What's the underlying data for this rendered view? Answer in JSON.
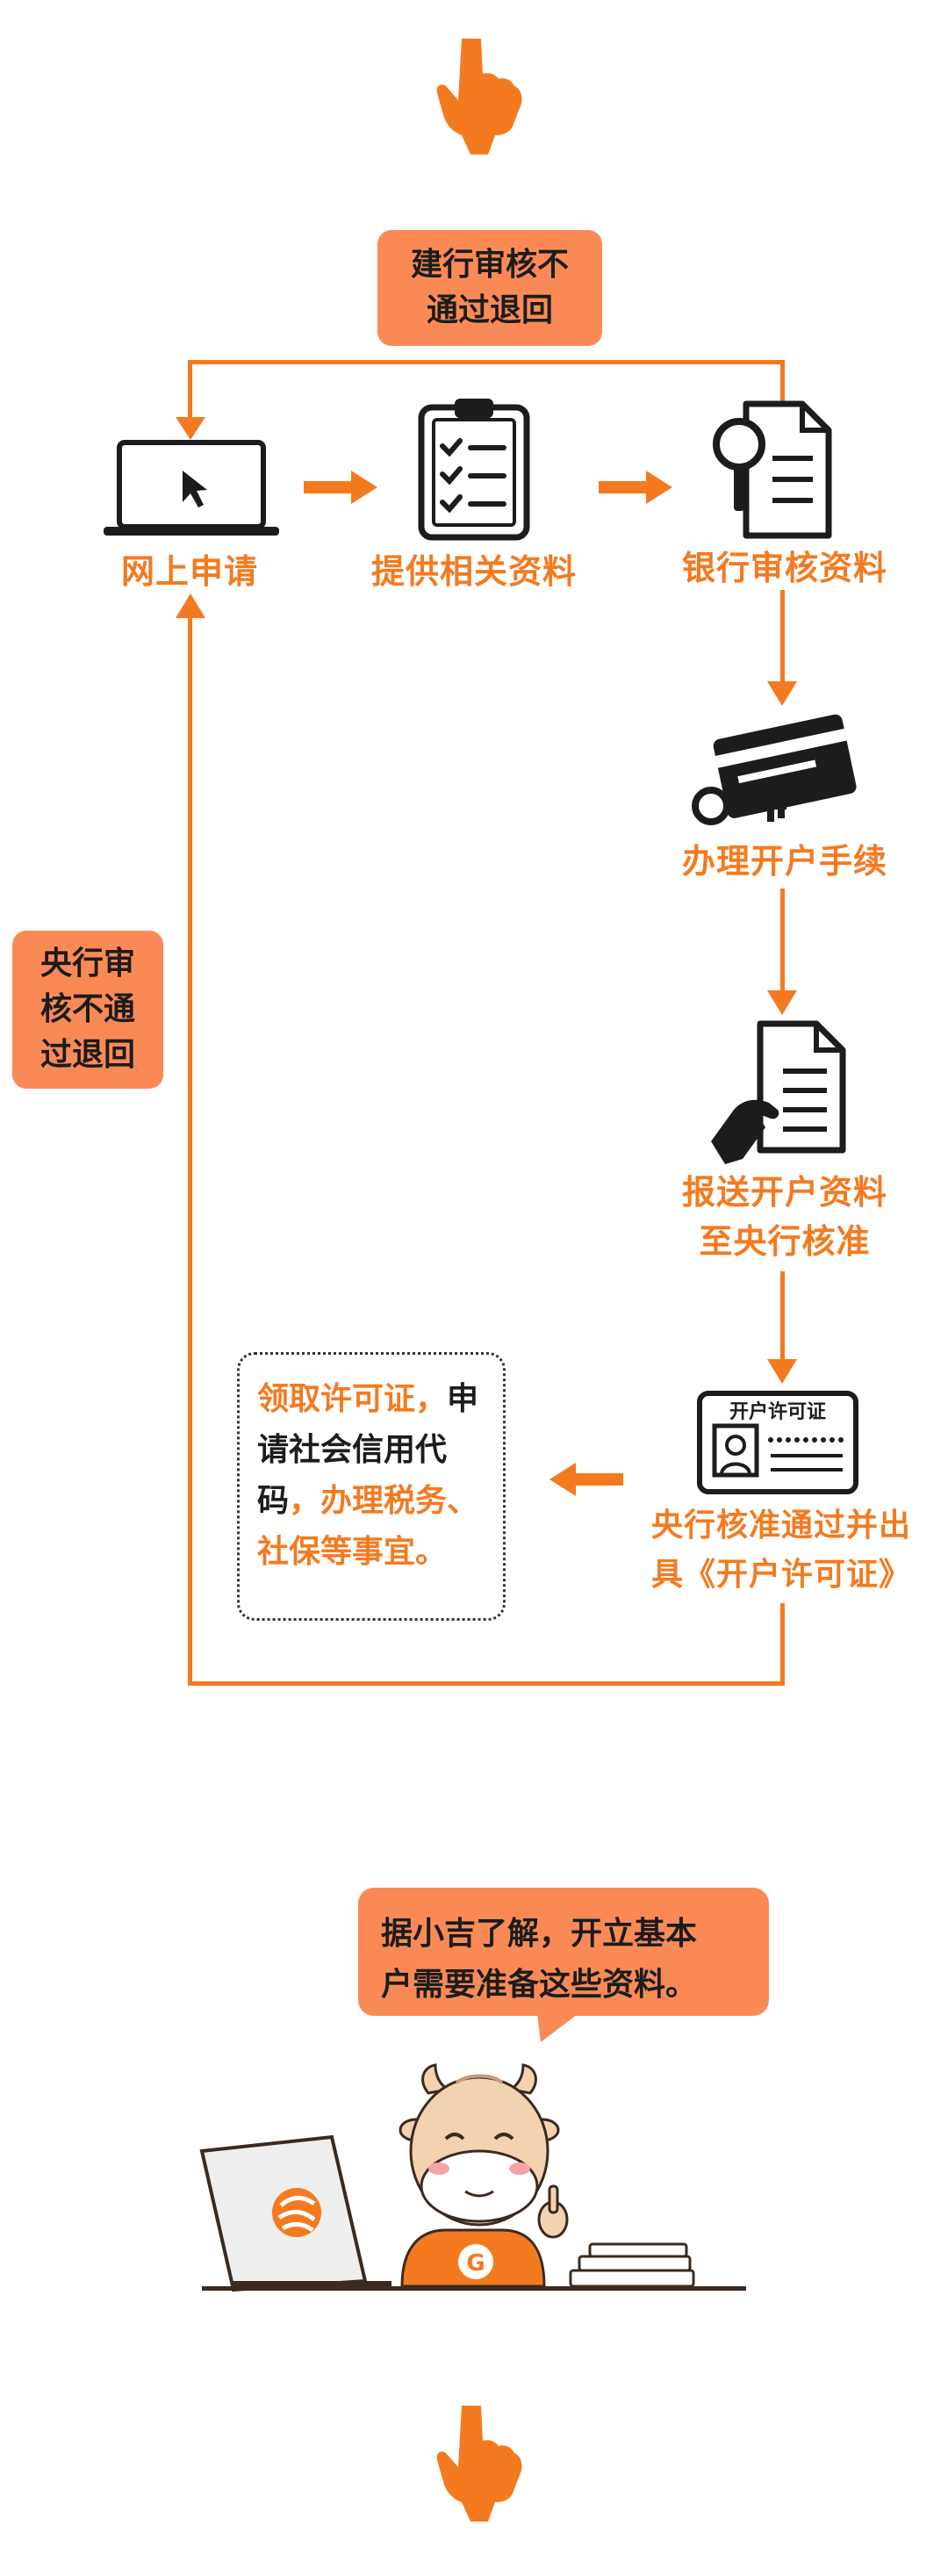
{
  "flow": {
    "reject_bank": [
      "建行审核不",
      "通过退回"
    ],
    "reject_central": [
      "央行审",
      "核不通",
      "过退回"
    ],
    "steps": [
      {
        "id": "apply",
        "label": [
          "网上申请"
        ],
        "icon": "laptop-cursor-icon"
      },
      {
        "id": "provide",
        "label": [
          "提供相关资料"
        ],
        "icon": "clipboard-checklist-icon"
      },
      {
        "id": "review",
        "label": [
          "银行审核资料"
        ],
        "icon": "document-magnifier-icon"
      },
      {
        "id": "handle",
        "label": [
          "办理开户手续"
        ],
        "icon": "card-key-icon"
      },
      {
        "id": "submit",
        "label": [
          "报送开户资料",
          "至央行核准"
        ],
        "icon": "hand-document-icon"
      },
      {
        "id": "approve",
        "label": [
          "央行核准通过并出",
          "具《开户许可证》"
        ],
        "icon": "license-card-icon"
      }
    ],
    "license_card_title": "开户许可证",
    "note": {
      "part1": "领取许可证，",
      "part2": "申请社会信用代码",
      "part3": "，办理税务、社保等事宜。"
    }
  },
  "bubble": [
    "据小吉了解，开立基本",
    "户需要准备这些资料。"
  ],
  "mascot": {
    "shirt_letter": "G"
  },
  "colors": {
    "accent": "#f47a20",
    "badge": "#fa8a55",
    "ink": "#1c1c1c"
  }
}
